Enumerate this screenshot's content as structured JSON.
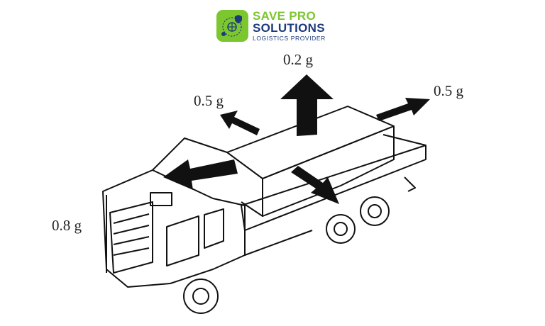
{
  "logo": {
    "line1": "SAVE PRO",
    "line2": "SOLUTIONS",
    "line3": "LOGISTICS PROVIDER"
  },
  "labels": {
    "up": "0.2 g",
    "left_up": "0.5 g",
    "right": "0.5 g",
    "front": "0.8 g"
  },
  "colors": {
    "brand_green": "#7cc630",
    "brand_navy": "#1d3b7c",
    "ink": "#111111"
  }
}
